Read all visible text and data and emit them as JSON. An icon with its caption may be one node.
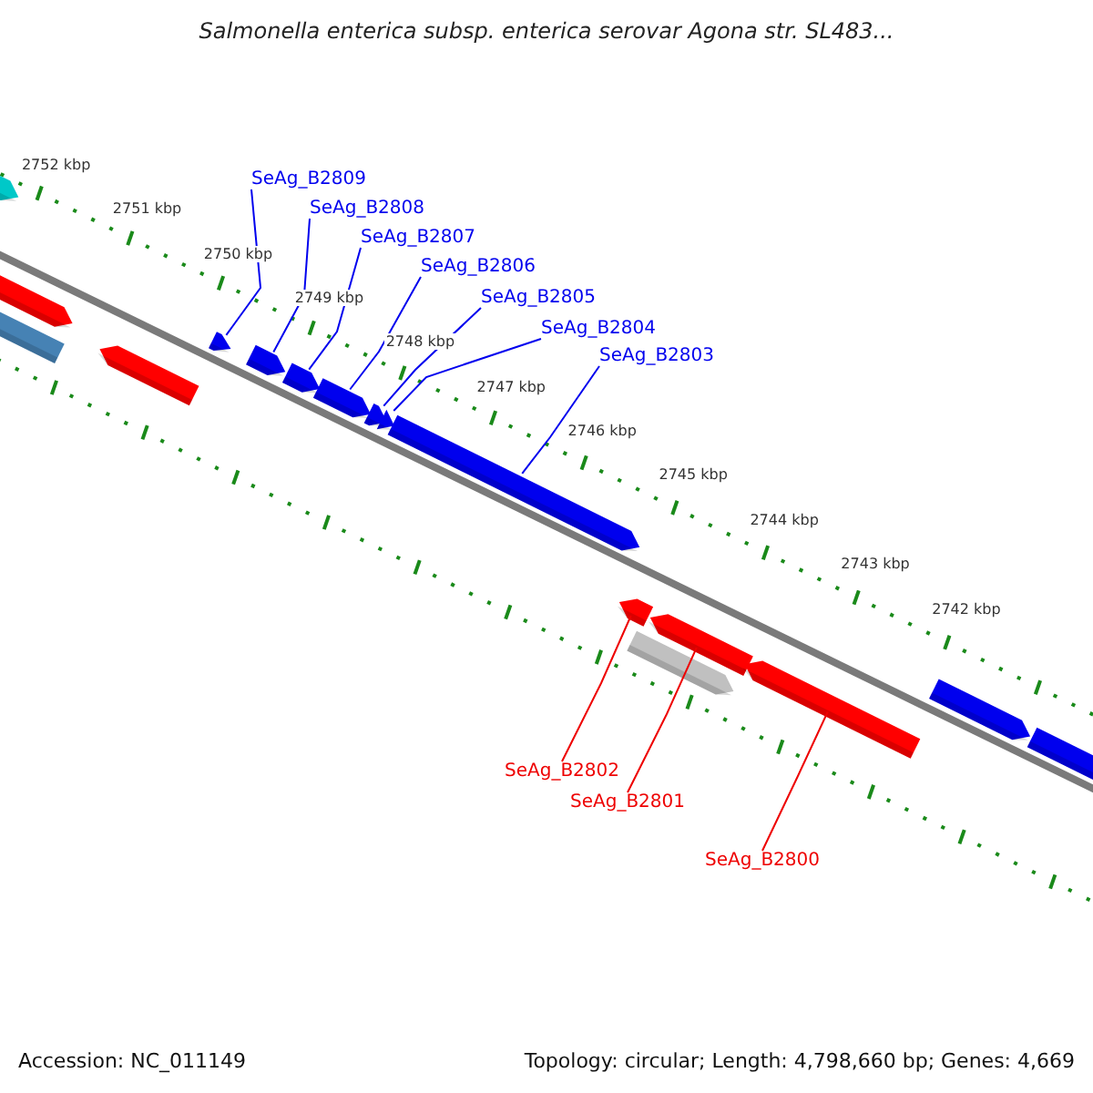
{
  "diagram": {
    "title": "Salmonella enterica subsp. enterica serovar Agona str. SL483...",
    "nodes": [
      {
        "text": [
          "SeAg_B2809"
        ]
      },
      {
        "text": [
          "SeAg_B2808"
        ]
      },
      {
        "text": [
          "SeAg_B2807"
        ]
      },
      {
        "text": [
          "SeAg_B2806"
        ]
      },
      {
        "text": [
          "SeAg_B2805"
        ]
      },
      {
        "text": [
          "SeAg_B2804"
        ]
      },
      {
        "text": [
          "SeAg_B2803"
        ]
      },
      {
        "text": [
          "SeAg_B2802"
        ]
      },
      {
        "text": [
          "SeAg_B2801"
        ]
      },
      {
        "text": [
          "SeAg_B2800"
        ]
      },
      {
        "text": [],
        "shape": "bar"
      },
      {
        "text": [],
        "shape": "bar"
      },
      {
        "text": [],
        "shape": "bar"
      },
      {
        "text": [],
        "shape": "bar"
      },
      {
        "text": [],
        "shape": "bar"
      },
      {
        "text": [],
        "shape": "bar"
      },
      {
        "text": [],
        "shape": "bar"
      },
      {
        "text": [],
        "shape": "bar"
      },
      {
        "text": [],
        "shape": "bar"
      },
      {
        "text": [],
        "shape": "bar"
      },
      {
        "text": [],
        "shape": "bar"
      },
      {
        "text": [],
        "shape": "bar"
      },
      {
        "text": [],
        "shape": "bar"
      },
      {
        "text": [],
        "shape": "bar"
      },
      {
        "text": [],
        "shape": "bar"
      },
      {
        "text": [],
        "shape": "bar"
      },
      {
        "text": [],
        "shape": "bar"
      }
    ],
    "edges": [
      {
        "from": 0,
        "to": 14,
        "arrow": "none"
      },
      {
        "from": 1,
        "to": 15,
        "arrow": "none"
      },
      {
        "from": 2,
        "to": 16,
        "arrow": "none"
      },
      {
        "from": 3,
        "to": 17,
        "arrow": "none"
      },
      {
        "from": 4,
        "to": 18,
        "arrow": "none"
      },
      {
        "from": 5,
        "to": 19,
        "arrow": "none"
      },
      {
        "from": 6,
        "to": 20,
        "arrow": "none"
      },
      {
        "from": 7,
        "to": 21,
        "arrow": "none",
        "color": "#ee0000"
      },
      {
        "from": 8,
        "to": 23,
        "arrow": "none",
        "color": "#ee0000"
      },
      {
        "from": 9,
        "to": 24,
        "arrow": "none",
        "color": "#ee0000"
      }
    ],
    "labels": [
      "2752 kbp",
      "2751 kbp",
      "2750 kbp",
      "2749 kbp",
      "2748 kbp",
      "2747 kbp",
      "2746 kbp",
      "2745 kbp",
      "2744 kbp",
      "2743 kbp",
      "2742 kbp",
      "Accession: NC_011149",
      "Topology: circular; Length: 4,798,660 bp; Genes: 4,669"
    ]
  }
}
